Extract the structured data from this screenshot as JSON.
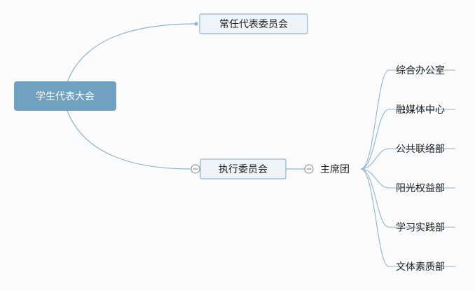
{
  "diagram": {
    "colors": {
      "background": "#fbfbfb",
      "root_fill": "#70a1c1",
      "root_text": "#ffffff",
      "box_fill": "#eef4f8",
      "box_stroke": "#7ea6c3",
      "line": "#8fb3cd",
      "text": "#222222",
      "collapse_icon": "#8a8a8a"
    },
    "root": {
      "label": "学生代表大会"
    },
    "branches": [
      {
        "label": "常任代表委员会",
        "collapsed": false
      },
      {
        "label": "执行委员会",
        "collapsible": true,
        "children": [
          {
            "label": "主席团",
            "collapsible": true,
            "children": [
              {
                "label": "综合办公室"
              },
              {
                "label": "融媒体中心"
              },
              {
                "label": "公共联络部"
              },
              {
                "label": "阳光权益部"
              },
              {
                "label": "学习实践部"
              },
              {
                "label": "文体素质部"
              }
            ]
          }
        ]
      }
    ]
  }
}
